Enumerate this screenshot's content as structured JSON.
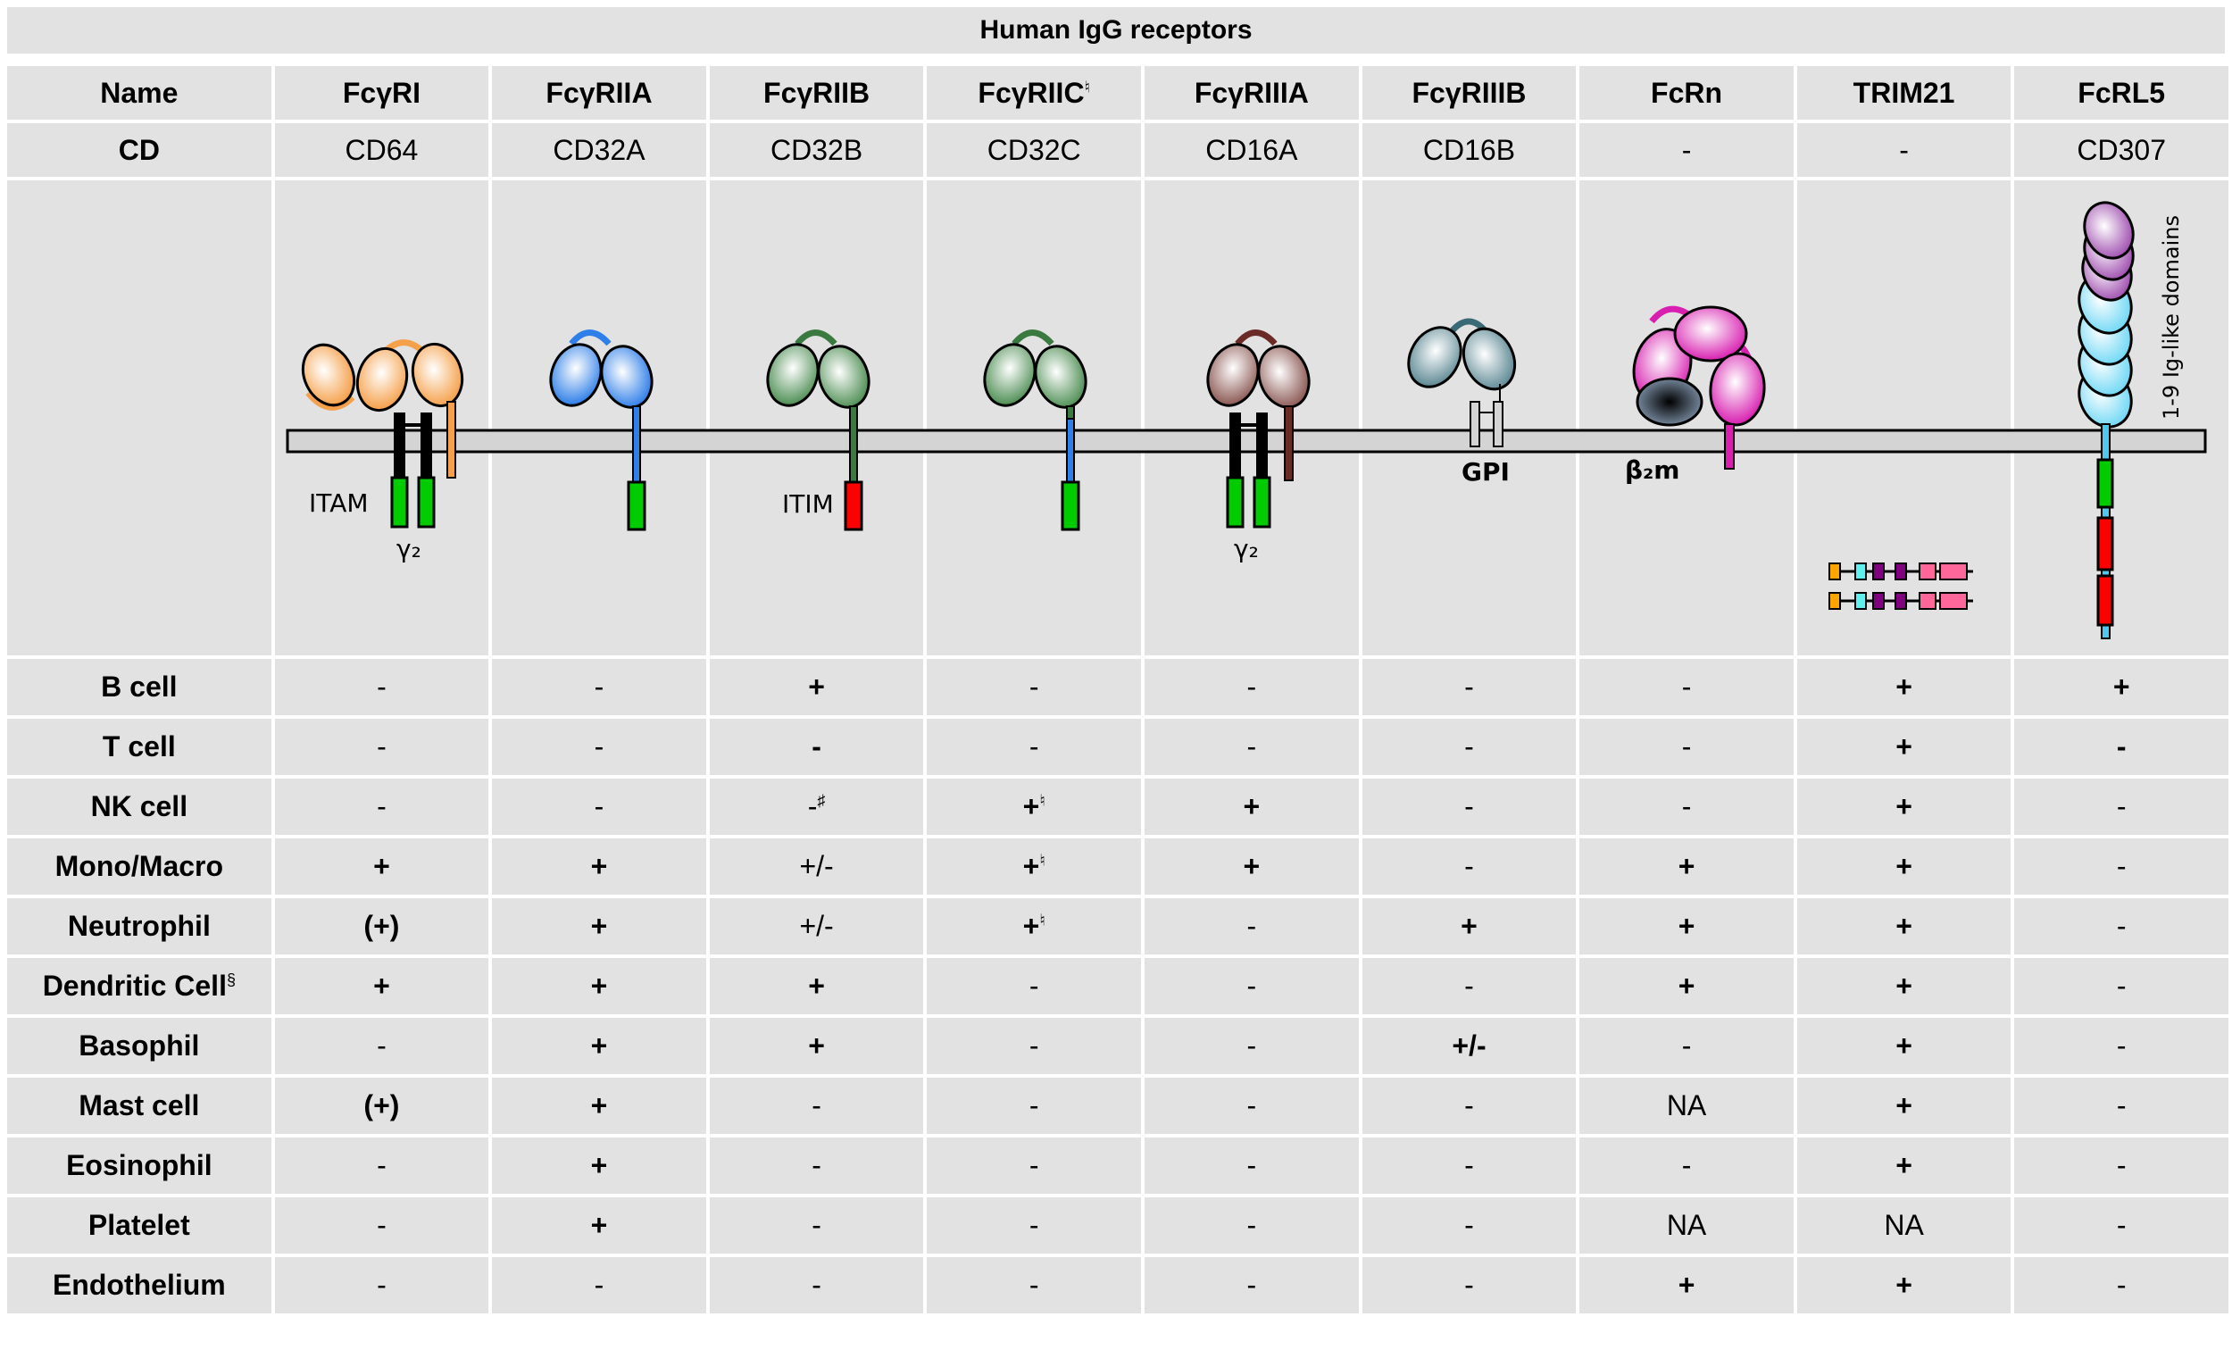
{
  "title": "Human IgG receptors",
  "header": {
    "name_label": "Name",
    "cd_label": "CD",
    "receptors": [
      {
        "name": "FcγRI",
        "name_footnote": "",
        "cd": "CD64",
        "color": "#f7a948"
      },
      {
        "name": "FcγRIIA",
        "name_footnote": "",
        "cd": "CD32A",
        "color": "#2f7fe8"
      },
      {
        "name": "FcγRIIB",
        "name_footnote": "",
        "cd": "CD32B",
        "color": "#5a9a5e"
      },
      {
        "name": "FcγRIIC",
        "name_footnote": "♮",
        "cd": "CD32C",
        "color": "#5a9a5e"
      },
      {
        "name": "FcγRIIIA",
        "name_footnote": "",
        "cd": "CD16A",
        "color": "#8c5a55"
      },
      {
        "name": "FcγRIIIB",
        "name_footnote": "",
        "cd": "CD16B",
        "color": "#5f8a95"
      },
      {
        "name": "FcRn",
        "name_footnote": "",
        "cd": "-",
        "color": "#d81fb0"
      },
      {
        "name": "TRIM21",
        "name_footnote": "",
        "cd": "-",
        "color": "#ff6699"
      },
      {
        "name": "FcRL5",
        "name_footnote": "",
        "cd": "CD307",
        "color": "#4fd0f0"
      }
    ]
  },
  "diagram": {
    "labels": {
      "itam": "ITAM",
      "gamma2_a": "γ₂",
      "itim": "ITIM",
      "gamma2_b": "γ₂",
      "gpi": "GPI",
      "b2m": "β₂m",
      "ig_domains": "1-9 Ig-like domains"
    },
    "colors": {
      "membrane": "#d4d4d4",
      "itam_motif": "#00cc00",
      "itim_motif": "#ff0000",
      "gamma_chain": "#000000",
      "b2m": "#4a5a70",
      "fcrl5_top": "#a050b0",
      "fcrl5_body": "#80e0f8",
      "trim21_ring": "#ffa500",
      "trim21_bbox": "#60f0f0",
      "trim21_coil": "#800080",
      "trim21_pryspry": "#ff6699"
    }
  },
  "rows": [
    {
      "cell": "B cell",
      "cell_footnote": "",
      "values": [
        {
          "v": "-"
        },
        {
          "v": "-"
        },
        {
          "v": "+",
          "bold": true
        },
        {
          "v": "-"
        },
        {
          "v": "-"
        },
        {
          "v": "-"
        },
        {
          "v": "-"
        },
        {
          "v": "+",
          "bold": true
        },
        {
          "v": "+",
          "bold": true
        }
      ]
    },
    {
      "cell": "T cell",
      "cell_footnote": "",
      "values": [
        {
          "v": "-"
        },
        {
          "v": "-"
        },
        {
          "v": "-",
          "bold": true
        },
        {
          "v": "-"
        },
        {
          "v": "-"
        },
        {
          "v": "-"
        },
        {
          "v": "-"
        },
        {
          "v": "+",
          "bold": true
        },
        {
          "v": "-",
          "bold": true
        }
      ]
    },
    {
      "cell": "NK cell",
      "cell_footnote": "",
      "values": [
        {
          "v": "-"
        },
        {
          "v": "-"
        },
        {
          "v": "-",
          "fn": "♯"
        },
        {
          "v": "+",
          "bold": true,
          "fn": "♮"
        },
        {
          "v": "+",
          "bold": true
        },
        {
          "v": "-"
        },
        {
          "v": "-"
        },
        {
          "v": "+",
          "bold": true
        },
        {
          "v": "-"
        }
      ]
    },
    {
      "cell": "Mono/Macro",
      "cell_footnote": "",
      "values": [
        {
          "v": "+",
          "bold": true
        },
        {
          "v": "+",
          "bold": true
        },
        {
          "v": "+/-"
        },
        {
          "v": "+",
          "bold": true,
          "fn": "♮"
        },
        {
          "v": "+",
          "bold": true
        },
        {
          "v": "-"
        },
        {
          "v": "+",
          "bold": true
        },
        {
          "v": "+",
          "bold": true
        },
        {
          "v": "-"
        }
      ]
    },
    {
      "cell": "Neutrophil",
      "cell_footnote": "",
      "values": [
        {
          "v": "(+)",
          "bold": true
        },
        {
          "v": "+",
          "bold": true
        },
        {
          "v": "+/-"
        },
        {
          "v": "+",
          "bold": true,
          "fn": "♮"
        },
        {
          "v": "-"
        },
        {
          "v": "+",
          "bold": true
        },
        {
          "v": "+",
          "bold": true
        },
        {
          "v": "+",
          "bold": true
        },
        {
          "v": "-"
        }
      ]
    },
    {
      "cell": "Dendritic Cell",
      "cell_footnote": "§",
      "values": [
        {
          "v": "+",
          "bold": true
        },
        {
          "v": "+",
          "bold": true
        },
        {
          "v": "+",
          "bold": true
        },
        {
          "v": "-"
        },
        {
          "v": "-"
        },
        {
          "v": "-"
        },
        {
          "v": "+",
          "bold": true
        },
        {
          "v": "+",
          "bold": true
        },
        {
          "v": "-"
        }
      ]
    },
    {
      "cell": "Basophil",
      "cell_footnote": "",
      "values": [
        {
          "v": "-"
        },
        {
          "v": "+",
          "bold": true
        },
        {
          "v": "+",
          "bold": true
        },
        {
          "v": "-"
        },
        {
          "v": "-"
        },
        {
          "v": "+/-",
          "bold": true
        },
        {
          "v": "-"
        },
        {
          "v": "+",
          "bold": true
        },
        {
          "v": "-"
        }
      ]
    },
    {
      "cell": "Mast cell",
      "cell_footnote": "",
      "values": [
        {
          "v": "(+)",
          "bold": true
        },
        {
          "v": "+",
          "bold": true
        },
        {
          "v": "-"
        },
        {
          "v": "-"
        },
        {
          "v": "-"
        },
        {
          "v": "-"
        },
        {
          "v": "NA"
        },
        {
          "v": "+",
          "bold": true
        },
        {
          "v": "-"
        }
      ]
    },
    {
      "cell": "Eosinophil",
      "cell_footnote": "",
      "values": [
        {
          "v": "-"
        },
        {
          "v": "+",
          "bold": true
        },
        {
          "v": "-"
        },
        {
          "v": "-"
        },
        {
          "v": "-"
        },
        {
          "v": "-"
        },
        {
          "v": "-"
        },
        {
          "v": "+",
          "bold": true
        },
        {
          "v": "-"
        }
      ]
    },
    {
      "cell": "Platelet",
      "cell_footnote": "",
      "values": [
        {
          "v": "-"
        },
        {
          "v": "+",
          "bold": true
        },
        {
          "v": "-"
        },
        {
          "v": "-"
        },
        {
          "v": "-"
        },
        {
          "v": "-"
        },
        {
          "v": "NA"
        },
        {
          "v": "NA"
        },
        {
          "v": "-"
        }
      ]
    },
    {
      "cell": "Endothelium",
      "cell_footnote": "",
      "values": [
        {
          "v": "-"
        },
        {
          "v": "-"
        },
        {
          "v": "-"
        },
        {
          "v": "-"
        },
        {
          "v": "-"
        },
        {
          "v": "-"
        },
        {
          "v": "+",
          "bold": true
        },
        {
          "v": "+",
          "bold": true
        },
        {
          "v": "-"
        }
      ]
    }
  ]
}
